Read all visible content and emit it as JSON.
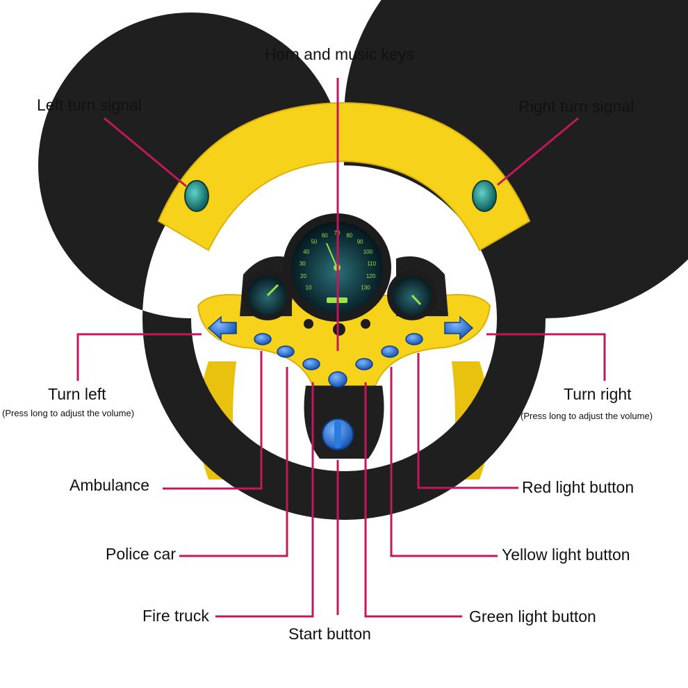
{
  "colors": {
    "leader_line": "#c2185b",
    "wheel_yellow": "#f7d21a",
    "wheel_black": "#1f1f1f",
    "button_blue": "#1f6fc9",
    "dial_green": "#9ee04a",
    "signal_teal": "#1b8a86"
  },
  "labels": {
    "horn": "Horn and music keys",
    "left_signal": "Left turn signal",
    "right_signal": "Right turn signal",
    "turn_left": "Turn left",
    "turn_left_note": "(Press long to adjust the volume)",
    "turn_right": "Turn right",
    "turn_right_note": "(Press long to adjust the volume)",
    "ambulance": "Ambulance",
    "police": "Police car",
    "fire": "Fire truck",
    "start": "Start button",
    "red_light": "Red light button",
    "yellow_light": "Yellow light button",
    "green_light": "Green light button"
  },
  "speedometer": {
    "ticks": [
      "10",
      "20",
      "30",
      "40",
      "50",
      "60",
      "70",
      "80",
      "90",
      "100",
      "110",
      "120",
      "130"
    ]
  }
}
